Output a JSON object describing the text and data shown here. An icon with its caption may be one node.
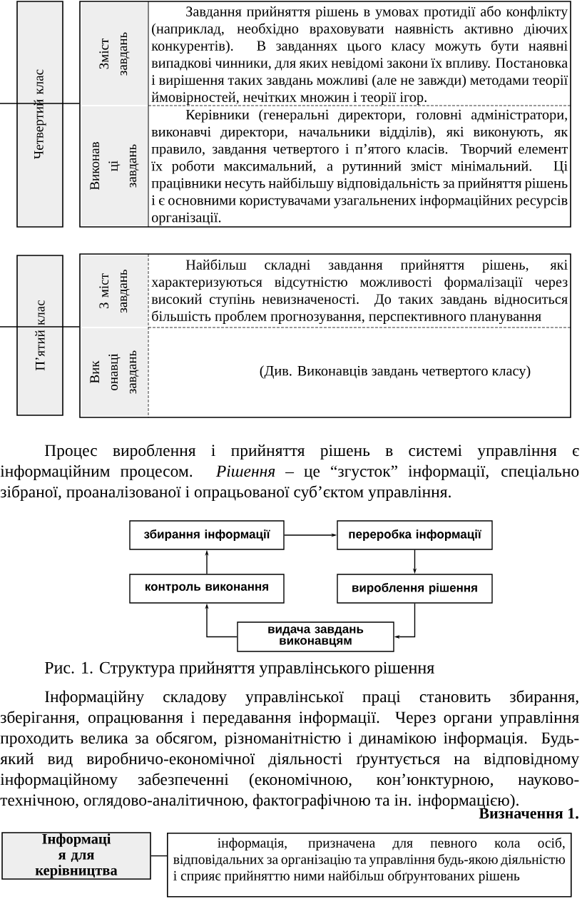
{
  "diagram": {
    "caption": "Рис. 1. Структура прийняття управлінського рішення",
    "nodes": [
      {
        "text": [
          "Четвертий клас"
        ]
      },
      {
        "text": [],
        "shape": "box"
      },
      {
        "text": [
          "Зміст завдань"
        ],
        "in": 1
      },
      {
        "text": [
          "Завдання прийняття рішень в умовах протидії або конфлікту (наприклад, необхідно враховувати наявність активно діючих конкурентів). В завданнях цього класу можуть бути наявні випадкові чинники, для яких невідомі закони їх впливу. Постановка і вирішення таких завдань можливі (але не завжди) методами теорії ймовірностей, нечітких множин і теорії ігор."
        ],
        "in": 1
      },
      {
        "text": [
          "Виконав ці завдань"
        ],
        "in": 1
      },
      {
        "text": [
          "Керівники (генеральні директори, головні адміністратори, виконавчі директори, начальники відділів), які виконують, як правило, завдання четвертого і п’ятого класів. Творчий елемент їх роботи максимальний, а рутинний зміст мінімальний. Ці працівники несуть найбільшу відповідальність за прийняття рішень і є основними користувачами узагальнених інформаційних ресурсів організації."
        ],
        "in": 1
      },
      {
        "text": [
          "П’ятий клас"
        ]
      },
      {
        "text": [],
        "shape": "box"
      },
      {
        "text": [
          "З міст завдань"
        ],
        "in": 7
      },
      {
        "text": [
          "Найбільш складні завдання прийняття рішень, які характеризуються відсутністю можливості формалізації через високий ступінь невизначеності. До таких завдань відноситься більшість проблем прогнозування, перспективного планування"
        ],
        "in": 7
      },
      {
        "text": [
          "Вик онавці завдань"
        ],
        "in": 7
      },
      {
        "text": [
          "(Див. Виконавців завдань четвертого класу)"
        ],
        "in": 7
      },
      {
        "text": [
          "збирання інформації"
        ]
      },
      {
        "text": [
          "переробка інформації"
        ]
      },
      {
        "text": [
          "контроль виконання"
        ]
      },
      {
        "text": [
          "вироблення рішення"
        ]
      },
      {
        "text": [
          "видача завдань виконавцям"
        ]
      },
      {
        "text": [
          "Інформаці я для керівництва"
        ]
      },
      {
        "text": [
          "інформація, призначена для певного кола осіб, відповідальних за організацію та управління будь-якою діяльністю і сприяє прийняттю ними найбільш обґрунтованих рішень"
        ]
      }
    ],
    "edges": [
      {
        "from": null,
        "to": 0,
        "arrow": "none"
      },
      {
        "from": 0,
        "to": 1,
        "arrow": "none"
      },
      {
        "from": null,
        "to": 6,
        "arrow": "none"
      },
      {
        "from": 6,
        "to": 7,
        "arrow": "none"
      },
      {
        "from": 12,
        "to": 13,
        "arrow": "to"
      },
      {
        "from": 13,
        "to": 15,
        "arrow": "to"
      },
      {
        "from": 15,
        "to": 16,
        "arrow": "to"
      },
      {
        "from": 16,
        "to": 14,
        "arrow": "to"
      },
      {
        "from": 14,
        "to": 12,
        "arrow": "to"
      },
      {
        "from": 17,
        "to": 18,
        "arrow": "none"
      }
    ],
    "labels": [
      "Процес вироблення і прийняття рішень в системі управління є інформаційним процесом. *Рішення* – це “згусток” інформації, спеціально зібраної, проаналізованої і опрацьованої суб’єктом управління.",
      "Інформаційну складову управлінської праці становить збирання, зберігання, опрацювання і передавання інформації. Через органи управління проходить велика за обсягом, різноманітністю і динамікою інформація. Будь-який вид виробничо-економічної діяльності ґрунтується на відповідному інформаційному забезпеченні (економічною, кон’юнктурною, науково-технічною, оглядово-аналітичною, фактографічною та ін. інформацією).",
      "Визначення 1."
    ]
  }
}
